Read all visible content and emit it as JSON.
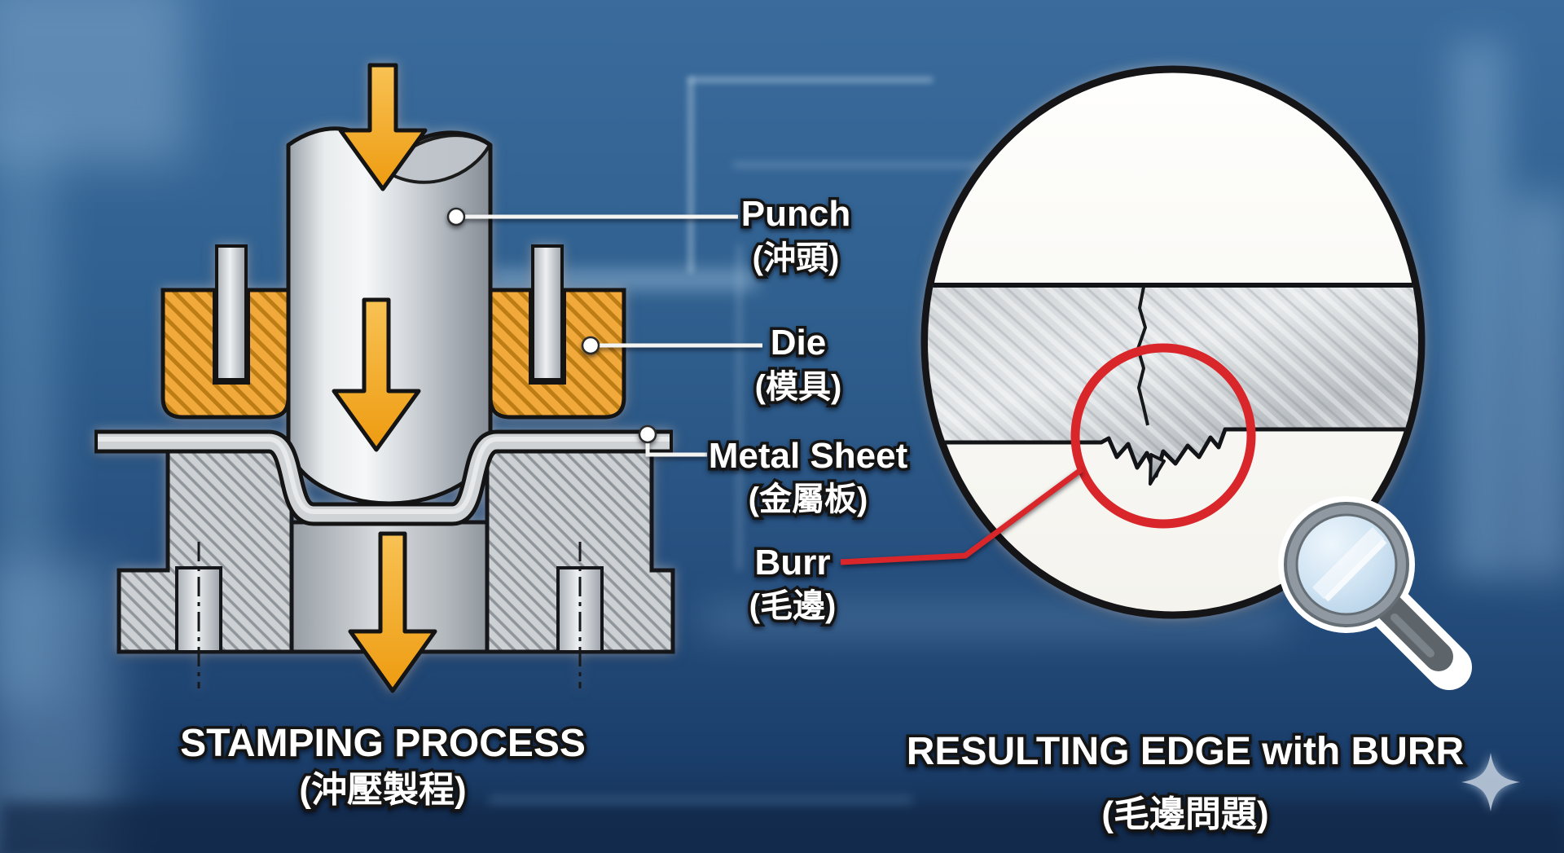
{
  "diagram": {
    "left": {
      "title": "STAMPING PROCESS",
      "subtitle": "(沖壓製程)",
      "callouts": {
        "punch": {
          "label": "Punch",
          "label_zh": "(沖頭)"
        },
        "die": {
          "label": "Die",
          "label_zh": "(模具)"
        },
        "metal_sheet": {
          "label": "Metal Sheet",
          "label_zh": "(金屬板)"
        },
        "burr": {
          "label": "Burr",
          "label_zh": "(毛邊)"
        }
      }
    },
    "right": {
      "title": "RESULTING EDGE with BURR",
      "subtitle": "(毛邊問題)"
    },
    "icons": {
      "magnifier": "magnifier-icon",
      "sparkle": "sparkle-icon"
    },
    "colors": {
      "die_orange": "#f2a93c",
      "arrow_yellow": "#f3a81e",
      "highlight_red": "#d8262a",
      "background_blue": "#2d5c8f",
      "metal_gray": "#c9ccce",
      "label_white": "#ffffff",
      "outline_black": "#141414"
    }
  }
}
